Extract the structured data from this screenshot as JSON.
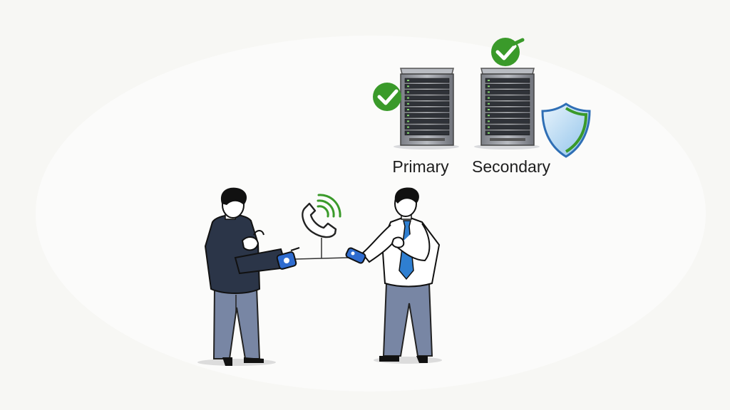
{
  "servers": {
    "primary": {
      "label": "Primary",
      "status": "ok"
    },
    "secondary": {
      "label": "Secondary",
      "status": "ok"
    }
  },
  "icons": {
    "status": "green-check-icon",
    "security": "shield-icon",
    "call": "phone-call-icon",
    "device": "handheld-device-icon"
  },
  "colors": {
    "ok_green": "#3a9a2a",
    "shield_blue": "#7fb8e6",
    "shield_green": "#3a9a2a",
    "person_left_sweater": "#2b3548",
    "trousers": "#7886a4",
    "tie": "#2f7fd1",
    "device_blue": "#2f6ccf",
    "line": "#1f1f1f"
  }
}
